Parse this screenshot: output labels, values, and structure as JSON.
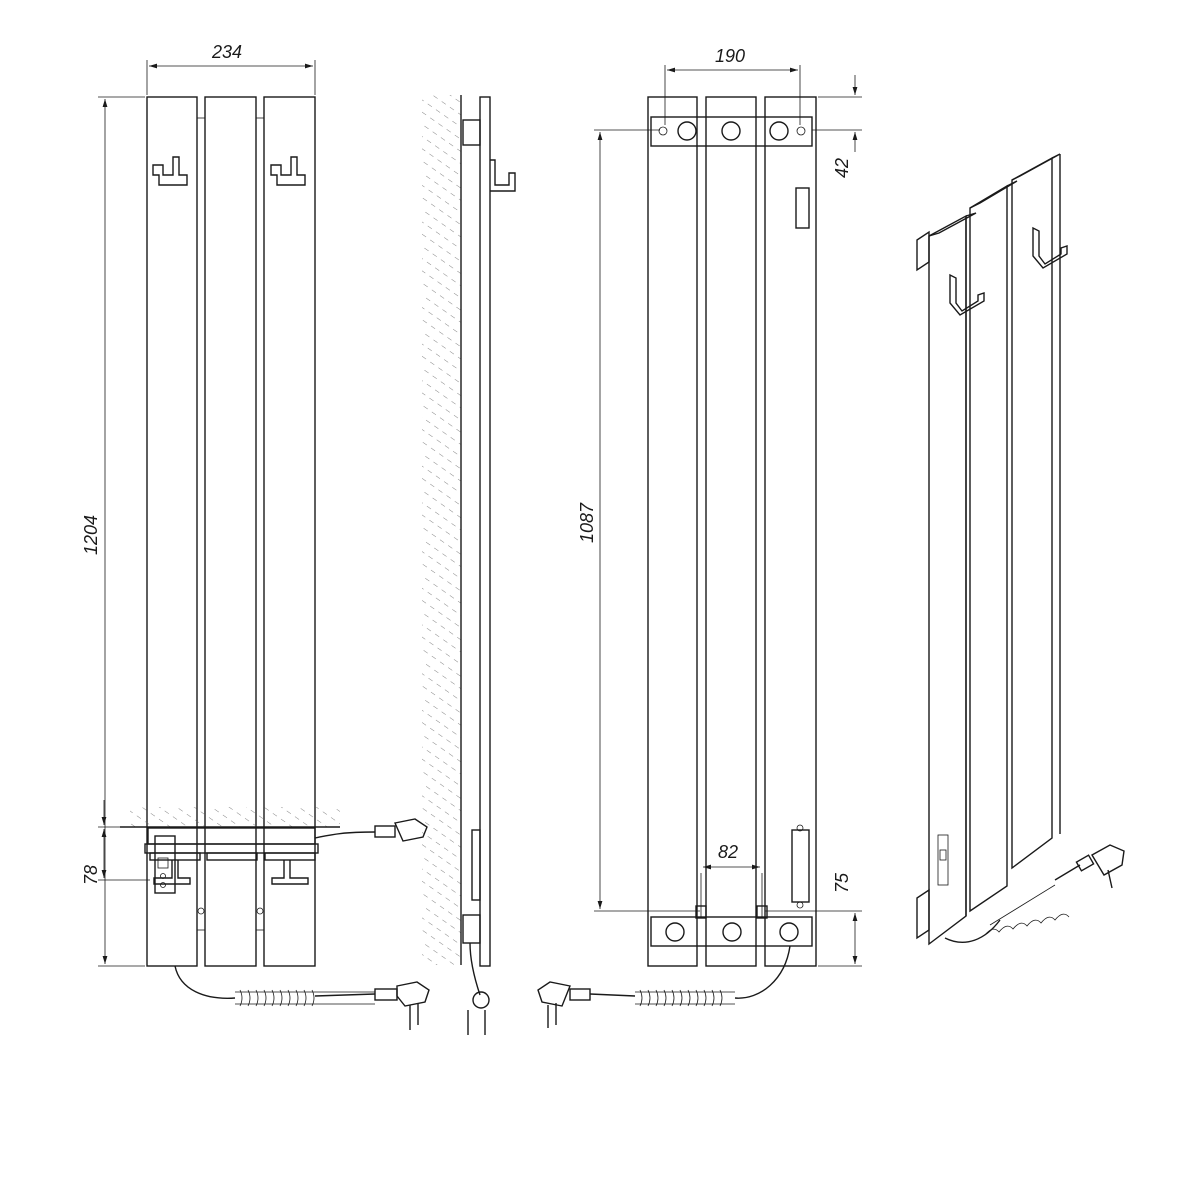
{
  "drawing": {
    "title": "Electric panel radiator technical drawing",
    "ink_color": "#1a1a1a",
    "dimensions": {
      "width_overall": "234",
      "height_overall": "1204",
      "mount_spacing_horizontal": "190",
      "top_to_mount_offset": "42",
      "mount_spacing_vertical": "1087",
      "bottom_to_mount_offset": "75",
      "bottom_hole_spacing": "82",
      "depth": "78"
    }
  }
}
